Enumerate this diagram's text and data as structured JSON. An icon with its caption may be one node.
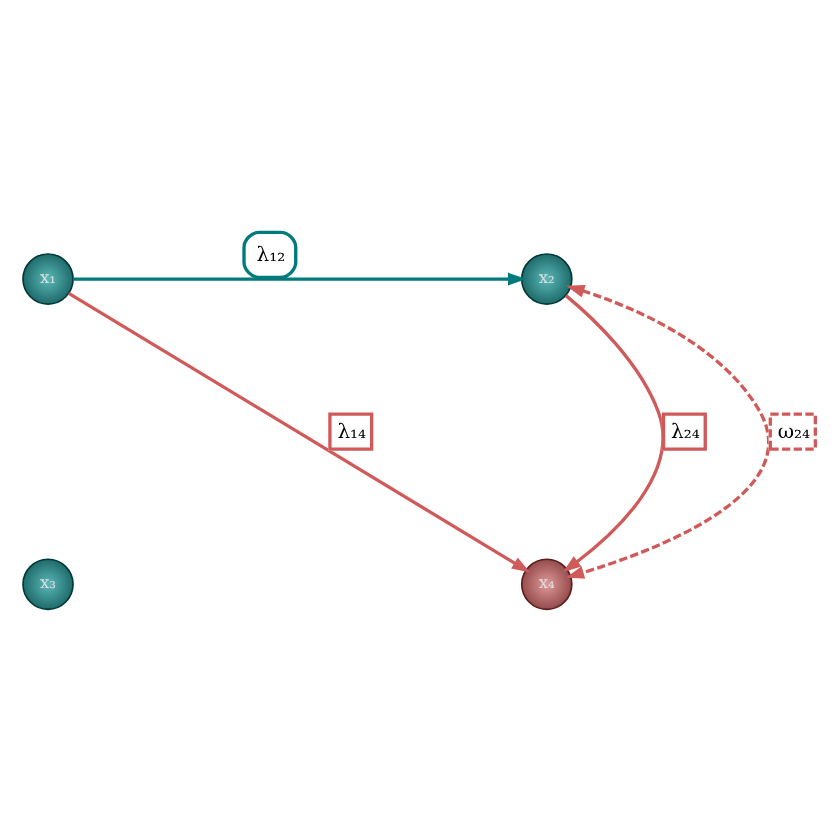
{
  "diagram": {
    "nodes": [
      {
        "text": [
          "x₁"
        ]
      },
      {
        "text": [
          "x₂"
        ]
      },
      {
        "text": [
          "x₃"
        ]
      },
      {
        "text": [
          "x₄"
        ]
      }
    ],
    "edges": [
      {
        "from": 0,
        "to": 1,
        "arrow": "to",
        "label": "λ₁₂",
        "color": "#007b7b"
      },
      {
        "from": 0,
        "to": 3,
        "arrow": "to",
        "label": "λ₁₄"
      },
      {
        "from": 1,
        "to": 3,
        "arrow": "to",
        "label": "λ₂₄"
      },
      {
        "from": 1,
        "to": 3,
        "arrow": "both",
        "label": "ω₂₄",
        "style": "dashed"
      }
    ]
  }
}
